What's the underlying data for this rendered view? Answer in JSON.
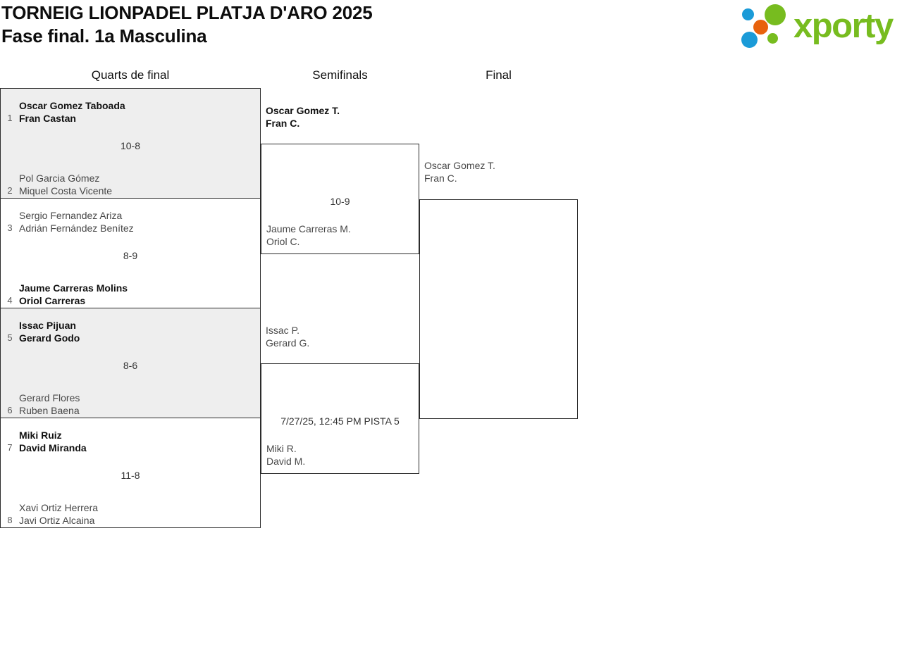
{
  "header": {
    "title_line1": "TORNEIG LIONPADEL PLATJA D'ARO 2025",
    "title_line2": "Fase final. 1a Masculina",
    "logo": {
      "wordmark": "xporty",
      "colors": {
        "green": "#77bc1f",
        "orange": "#e8620c",
        "blue": "#1b9bd8"
      },
      "dots": [
        "blue-dot",
        "orange-dot",
        "blue-dot",
        "green-dot",
        "green-dot"
      ]
    }
  },
  "bracket": {
    "rounds": [
      {
        "id": "quarts",
        "label": "Quarts de final"
      },
      {
        "id": "semis",
        "label": "Semifinals"
      },
      {
        "id": "final",
        "label": "Final"
      }
    ],
    "quarterfinals": [
      {
        "score": "10-8",
        "shaded": true,
        "top": {
          "seed": "1",
          "player1": "Oscar Gomez Taboada",
          "player2": "Fran Castan",
          "winner": true
        },
        "bottom": {
          "seed": "2",
          "player1": "Pol Garcia Gómez",
          "player2": "Miquel Costa Vicente",
          "winner": false
        }
      },
      {
        "score": "8-9",
        "shaded": false,
        "top": {
          "seed": "3",
          "player1": "Sergio Fernandez Ariza",
          "player2": "Adrián Fernández Benítez",
          "winner": false
        },
        "bottom": {
          "seed": "4",
          "player1": "Jaume Carreras Molins",
          "player2": "Oriol Carreras",
          "winner": true
        }
      },
      {
        "score": "8-6",
        "shaded": true,
        "top": {
          "seed": "5",
          "player1": "Issac Pijuan",
          "player2": "Gerard Godo",
          "winner": true
        },
        "bottom": {
          "seed": "6",
          "player1": "Gerard Flores",
          "player2": "Ruben Baena",
          "winner": false
        }
      },
      {
        "score": "11-8",
        "shaded": false,
        "top": {
          "seed": "7",
          "player1": "Miki Ruiz",
          "player2": "David Miranda",
          "winner": true
        },
        "bottom": {
          "seed": "8",
          "player1": "Xavi Ortiz Herrera",
          "player2": "Javi Ortiz Alcaina",
          "winner": false
        }
      }
    ],
    "semifinals": [
      {
        "score": "10-9",
        "top": {
          "player1": "Oscar Gomez T.",
          "player2": "Fran C.",
          "winner": true
        },
        "bottom": {
          "player1": "Jaume Carreras M.",
          "player2": "Oriol C.",
          "winner": false
        }
      },
      {
        "score": "7/27/25, 12:45 PM PISTA 5",
        "top": {
          "player1": "Issac P.",
          "player2": "Gerard G.",
          "winner": false
        },
        "bottom": {
          "player1": "Miki R.",
          "player2": "David M.",
          "winner": false
        }
      }
    ],
    "final": [
      {
        "score": "",
        "top": {
          "player1": "Oscar Gomez T.",
          "player2": "Fran C.",
          "winner": false
        },
        "bottom": {
          "player1": "",
          "player2": "",
          "winner": false
        }
      }
    ]
  }
}
